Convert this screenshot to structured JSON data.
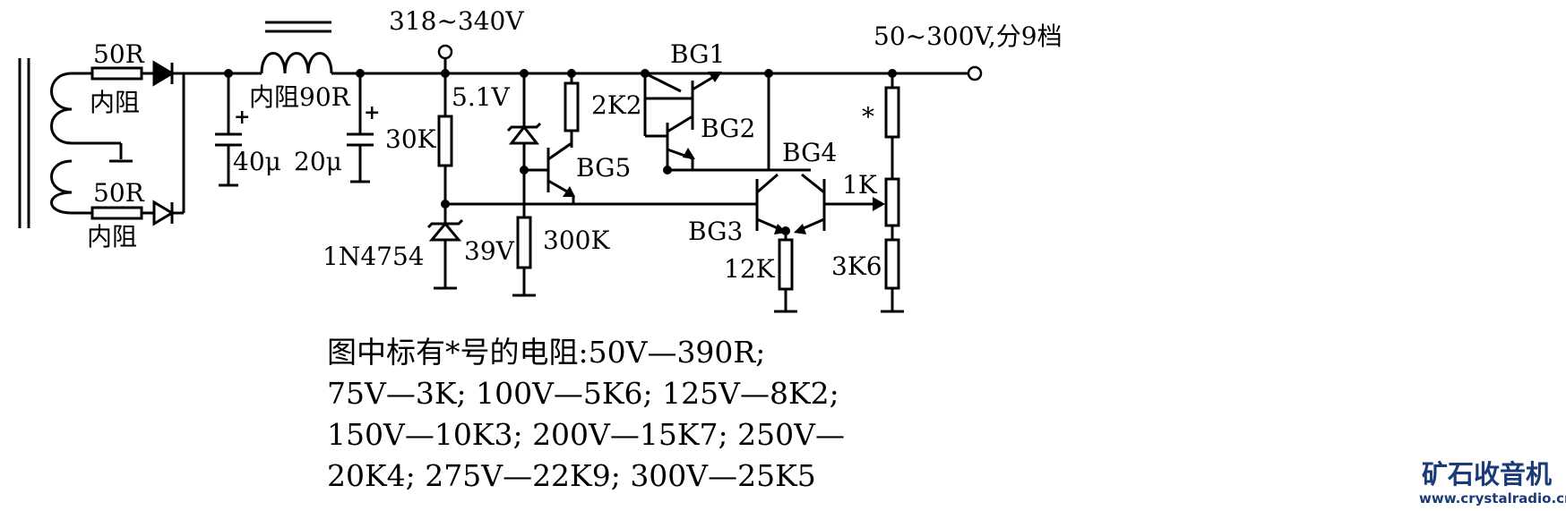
{
  "labels": {
    "v_in_top": "318~340V",
    "v_out": "50~300V,分9档",
    "r1": "50R",
    "r1_note": "内阻",
    "r2": "50R",
    "r2_note": "内阻",
    "choke": "内阻90R",
    "c1_value": "40μ",
    "c2_value": "20μ",
    "r_30k": "30K",
    "zener_5v1": "5.1V",
    "r_2k2": "2K2",
    "bg1": "BG1",
    "bg2": "BG2",
    "bg3": "BG3",
    "bg4": "BG4",
    "bg5": "BG5",
    "r_star": "*",
    "pot_1k": "1K",
    "r_3k6": "3K6",
    "r_12k": "12K",
    "r_300k": "300K",
    "zener_39v": "39V",
    "zener_part": "1N4754",
    "plus1": "+",
    "plus2": "+"
  },
  "notes": [
    "图中标有*号的电阻:50V—390R;",
    "75V—3K; 100V—5K6; 125V—8K2;",
    "150V—10K3; 200V—15K7; 250V—",
    "20K4; 275V—22K9; 300V—25K5"
  ],
  "watermark": {
    "name": "矿石收音机",
    "url": "www.crystalradio.cn",
    "color": "#1a3a78"
  }
}
